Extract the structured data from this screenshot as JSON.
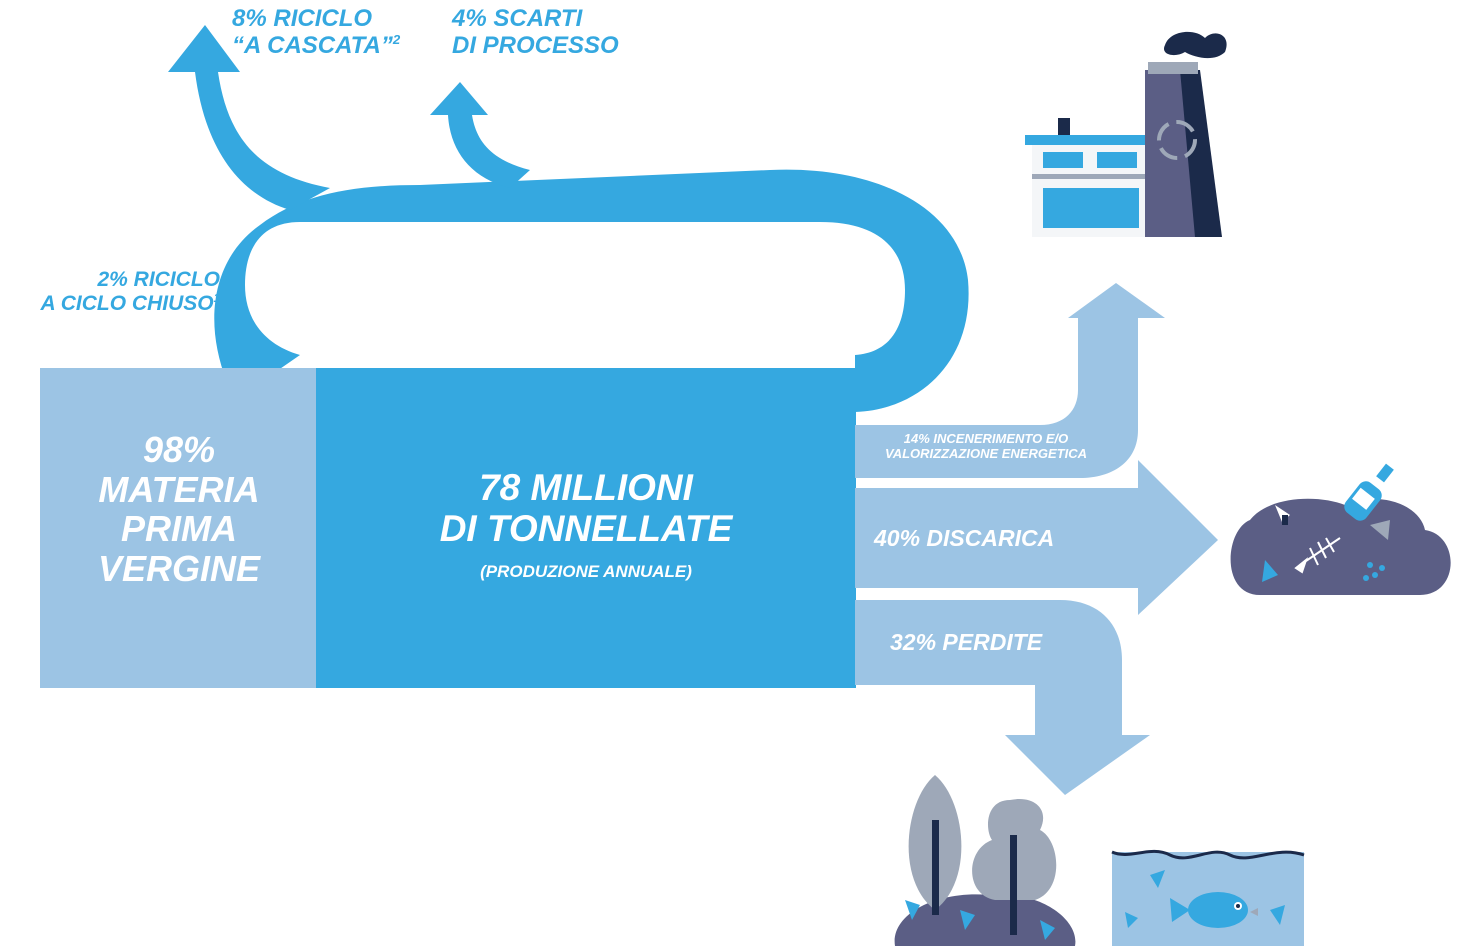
{
  "flows": {
    "recycle_cascade": {
      "line1": "8% RICICLO",
      "line2": "“A CASCATA”",
      "note": "2"
    },
    "process_waste": {
      "line1": "4% SCARTI",
      "line2": "DI PROCESSO"
    },
    "closed_loop": {
      "line1": "2% RICICLO",
      "line2": "A CICLO CHIUSO",
      "note": "1"
    },
    "incineration": {
      "line1": "14% INCENERIMENTO E/O",
      "line2": "VALORIZZAZIONE ENERGETICA"
    },
    "landfill": {
      "label": "40% DISCARICA"
    },
    "losses": {
      "label": "32% PERDITE"
    }
  },
  "virgin": {
    "percent": "98%",
    "line1": "MATERIA",
    "line2": "PRIMA",
    "line3": "VERGINE"
  },
  "production": {
    "line1": "78 MILLIONI",
    "line2": "DI TONNELLATE",
    "subtitle": "(PRODUZIONE ANNUALE)"
  },
  "icons": [
    "factory-icon",
    "landfill-icon",
    "bottle-icon",
    "fish-bone-icon",
    "trees-icon",
    "ocean-icon",
    "fish-icon"
  ],
  "colors": {
    "cyan": "#35a8e0",
    "light_blue": "#9cc4e4",
    "slate": "#5b5e85",
    "navy": "#1b2a4a",
    "grey": "#9ea8b8"
  }
}
